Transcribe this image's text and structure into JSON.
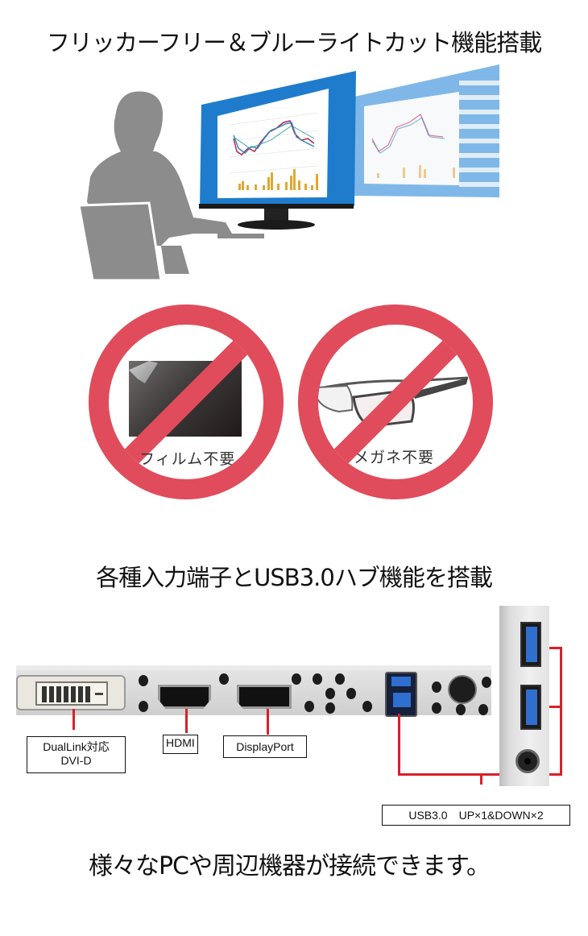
{
  "section1": {
    "title": "フリッカーフリー＆ブルーライトカット機能搭載",
    "illustration": {
      "description": "person-at-monitor",
      "colors": {
        "silhouette": "#8c8c8c",
        "monitor_bezel": "#1f7ccc",
        "ghost_monitor": "#5fa6e0",
        "volume_bars": "#e0a830"
      }
    },
    "signs": [
      {
        "label": "フィルム不要",
        "icon": "screen-film-icon",
        "color": "#e04c5b"
      },
      {
        "label": "メガネ不要",
        "icon": "glasses-icon",
        "color": "#e04c5b"
      }
    ]
  },
  "section2": {
    "title": "各種入力端子とUSB3.0ハブ機能を搭載",
    "ports": [
      {
        "name": "dvi",
        "label_line1": "DualLink対応",
        "label_line2": "DVI-D"
      },
      {
        "name": "hdmi",
        "label_line1": "HDMI"
      },
      {
        "name": "displayport",
        "label_line1": "DisplayPort"
      }
    ],
    "usb_label": "USB3.0　UP×1&DOWN×2",
    "accent_line_color": "#d8202a",
    "usb_color": "#2f6fcf"
  },
  "footer": {
    "caption": "様々なPCや周辺機器が接続できます。"
  }
}
